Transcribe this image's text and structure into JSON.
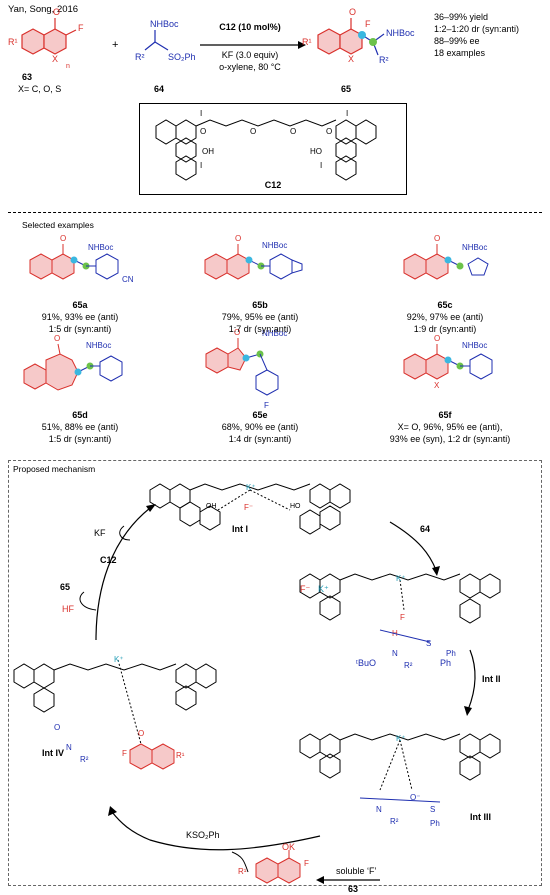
{
  "header": {
    "citation": "Yan, Song, 2016"
  },
  "reaction": {
    "sm1_label": "63",
    "sm1_x": "X= C, O, S",
    "sm2_label": "64",
    "sm2_group": "NHBoc",
    "sm2_r": "R²",
    "sm2_so2": "SO₂Ph",
    "plus": "+",
    "catalyst": "C12 (10 mol%)",
    "base": "KF (3.0 equiv)",
    "conditions": "o-xylene, 80 °C",
    "product_label": "65",
    "product_group": "NHBoc",
    "results": [
      "36–99% yield",
      "1:2–1:20 dr (syn:anti)",
      "88–99% ee",
      "18 examples"
    ],
    "c12_label": "C12"
  },
  "examples": {
    "heading": "Selected examples",
    "items": [
      {
        "id": "65a",
        "line1": "91%, 93% ee (anti)",
        "line2": "1:5 dr (syn:anti)"
      },
      {
        "id": "65b",
        "line1": "79%, 95% ee (anti)",
        "line2": "1:7 dr (syn:anti)"
      },
      {
        "id": "65c",
        "line1": "92%, 97% ee (anti)",
        "line2": "1:9 dr (syn:anti)"
      },
      {
        "id": "65d",
        "line1": "51%, 88% ee (anti)",
        "line2": "1:5 dr (syn:anti)"
      },
      {
        "id": "65e",
        "line1": "68%, 90% ee (anti)",
        "line2": "1:4 dr (syn:anti)"
      },
      {
        "id": "65f",
        "line1": "X= O, 96%, 95% ee (anti),",
        "line2": "93% ee (syn), 1:2 dr (syn:anti)"
      }
    ]
  },
  "mechanism": {
    "heading": "Proposed mechanism",
    "int1": "Int I",
    "int2": "Int II",
    "int3": "Int III",
    "int4": "Int IV",
    "kf": "KF",
    "c12": "C12",
    "p65": "65",
    "hf": "HF",
    "r64": "64",
    "kso2ph": "KSO₂Ph",
    "soluble": "soluble ‘F’",
    "r63": "63",
    "ok": "OK",
    "k_plus": "K⁺",
    "f_minus": "F⁻",
    "tbuo": "ᵗBuO",
    "ph": "Ph"
  },
  "colors": {
    "ketone_red": "#d9302b",
    "highlight_pink": "#f6c9c9",
    "amine_blue": "#1f2fb0",
    "center_cyan": "#3ab7e0",
    "center_green": "#6cc24a",
    "k_teal": "#2aa0b8"
  }
}
